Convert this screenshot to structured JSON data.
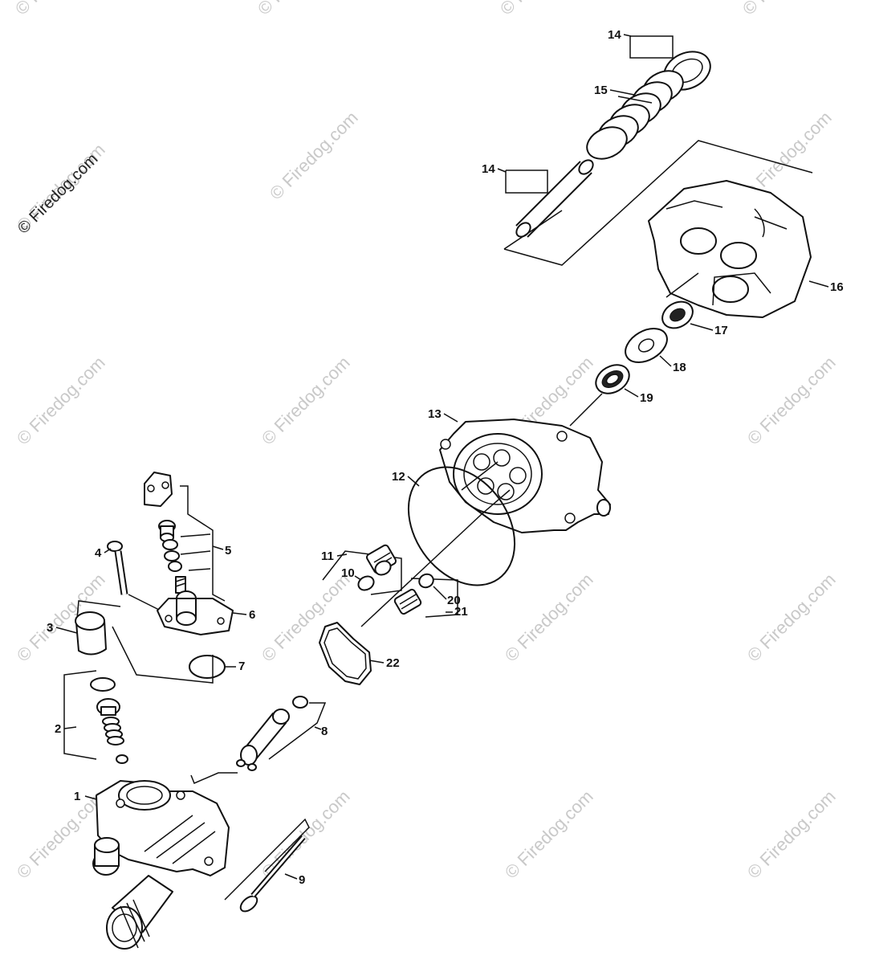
{
  "watermark": {
    "text": "© Firedog.com"
  },
  "parts": [
    {
      "label": "1"
    },
    {
      "label": "2"
    },
    {
      "label": "3"
    },
    {
      "label": "4"
    },
    {
      "label": "5"
    },
    {
      "label": "6"
    },
    {
      "label": "7"
    },
    {
      "label": "8"
    },
    {
      "label": "9"
    },
    {
      "label": "10"
    },
    {
      "label": "11"
    },
    {
      "label": "12"
    },
    {
      "label": "13"
    },
    {
      "label": "14"
    },
    {
      "label": "14"
    },
    {
      "label": "15"
    },
    {
      "label": "16"
    },
    {
      "label": "17"
    },
    {
      "label": "18"
    },
    {
      "label": "19"
    },
    {
      "label": "20"
    },
    {
      "label": "21"
    },
    {
      "label": "22"
    }
  ]
}
